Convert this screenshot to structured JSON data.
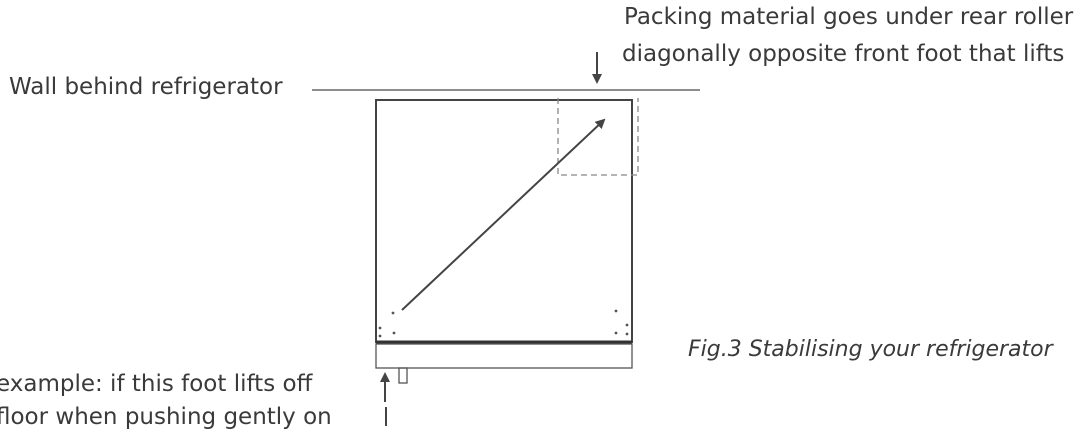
{
  "labels": {
    "packing_line1": "Packing material goes under rear roller",
    "packing_line2": "diagonally opposite front foot that lifts",
    "wall": "Wall behind refrigerator",
    "caption": "Fig.3 Stabilising your refrigerator",
    "example_line1": "example: if this foot lifts off",
    "example_line2": "floor when pushing gently on"
  }
}
